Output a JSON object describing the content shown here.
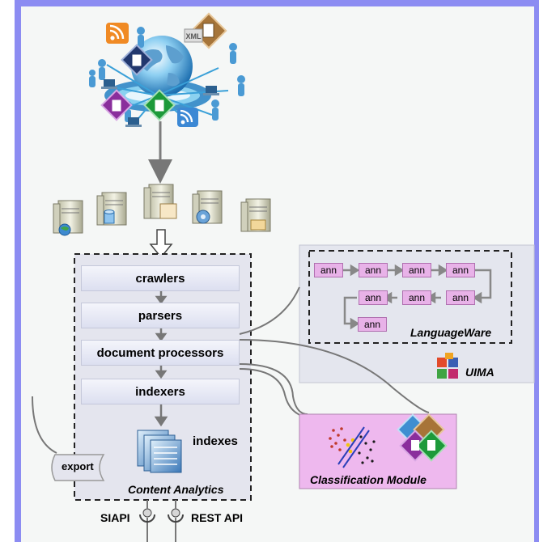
{
  "pipeline": {
    "stages": [
      "crawlers",
      "parsers",
      "document processors",
      "indexers"
    ],
    "indexes_label": "indexes",
    "container_label": "Content Analytics",
    "export_label": "export"
  },
  "languageware": {
    "ann_label": "ann",
    "label": "LanguageWare",
    "uima_label": "UIMA"
  },
  "classification": {
    "label": "Classification Module"
  },
  "apis": {
    "siapi": "SIAPI",
    "rest": "REST API"
  },
  "sources": {
    "xml_badge": "XML"
  }
}
